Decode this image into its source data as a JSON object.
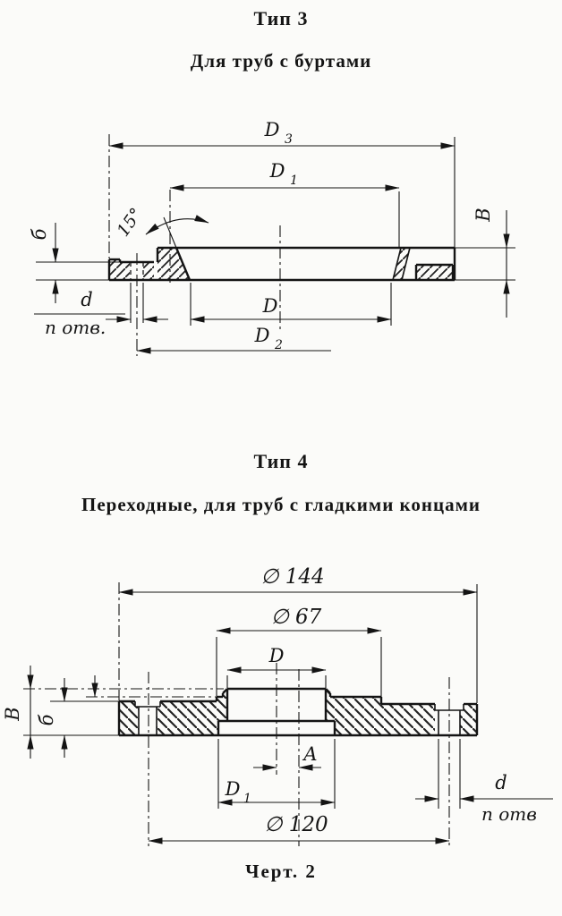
{
  "type3": {
    "title": "Тип 3",
    "subtitle": "Для труб с буртами",
    "dims": {
      "d3": {
        "base": "D",
        "sub": "3"
      },
      "d1": {
        "base": "D",
        "sub": "1"
      },
      "d2": {
        "base": "D",
        "sub": "2"
      },
      "bore": "D",
      "angle": "15°",
      "thickness_small": "б",
      "thickness_big": "В",
      "hole_dia": "d",
      "holes_note": "n отв."
    }
  },
  "type4": {
    "title": "Тип 4",
    "subtitle": "Переходные, для труб с гладкими концами",
    "dims": {
      "outer_dia": "∅ 144",
      "face_dia": "∅ 67",
      "bore": "D",
      "d1": {
        "base": "D",
        "sub": "1"
      },
      "bolt_circle": "∅ 120",
      "offset": "A",
      "thickness_small": "б",
      "thickness_big": "В",
      "hole_dia": "d",
      "holes_note": "n отв"
    }
  },
  "caption": "Черт. 2"
}
